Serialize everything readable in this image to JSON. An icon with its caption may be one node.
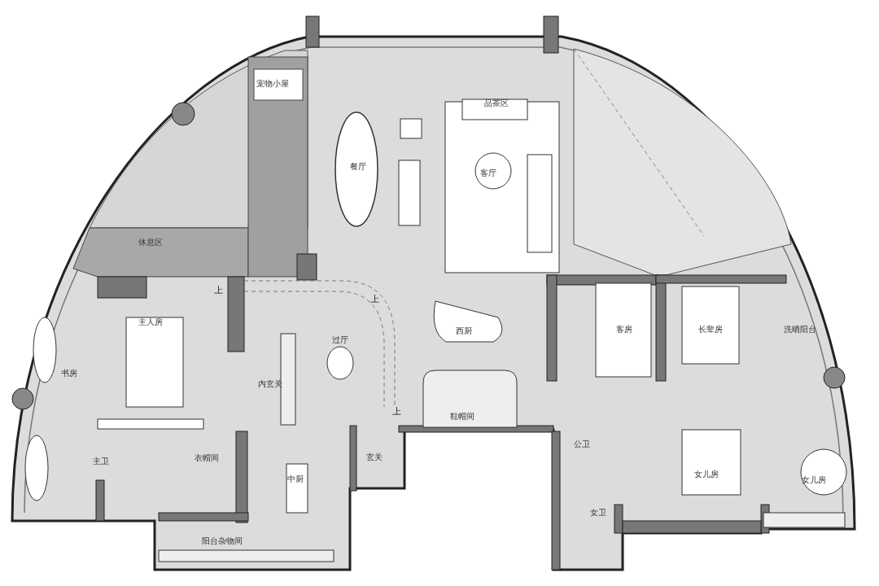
{
  "diagram": {
    "labels": [
      "宠物小屋",
      "品茶区",
      "餐厅",
      "客厅",
      "休息区",
      "上",
      "上",
      "主人房",
      "西厨",
      "过厅",
      "客房",
      "长辈房",
      "洗晒阳台",
      "书房",
      "内玄关",
      "上",
      "鞋帽间",
      "主卫",
      "衣帽间",
      "玄关",
      "公卫",
      "中厨",
      "女儿房",
      "女儿房",
      "女卫",
      "阳台杂物间"
    ]
  }
}
